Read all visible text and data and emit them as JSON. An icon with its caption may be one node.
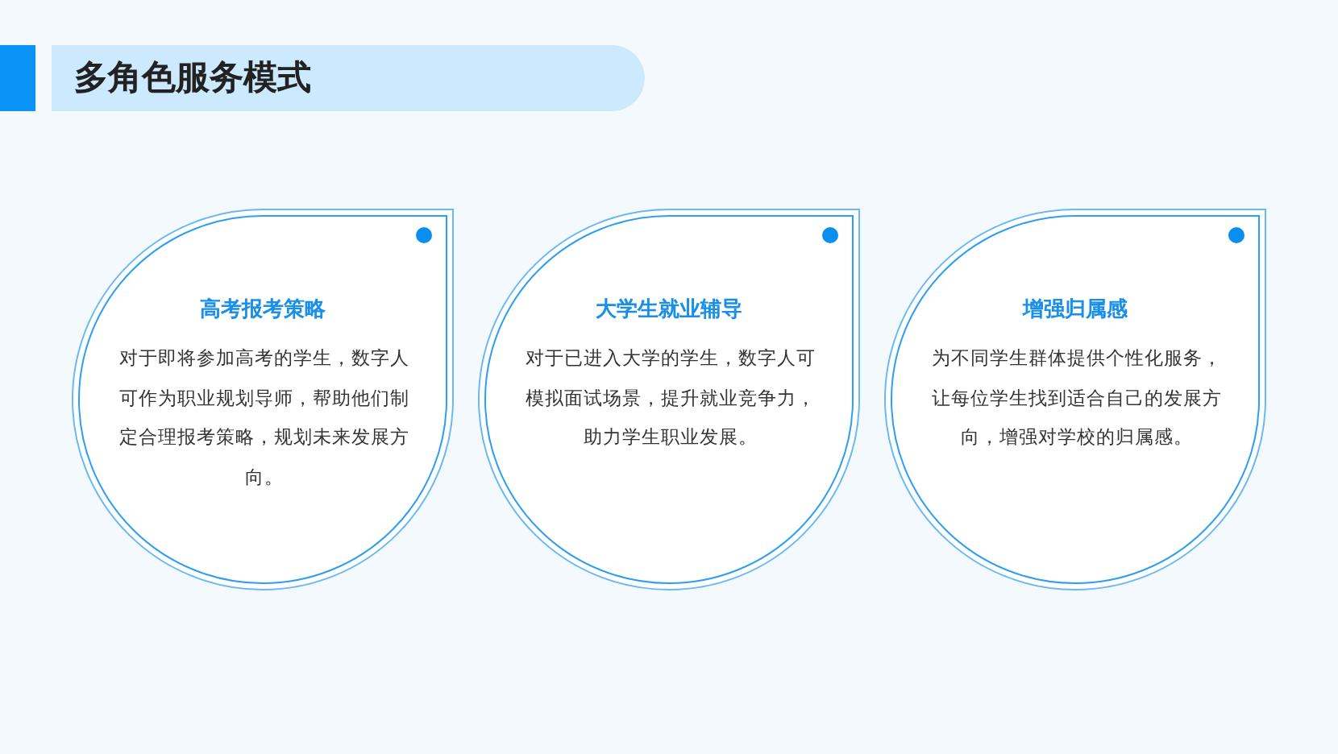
{
  "diagram": {
    "title": "多角色服务模式",
    "nodes": [
      {
        "text": [
          "高考报考策略",
          "对于即将参加高考的学生，数字人可作为职业规划导师，帮助他们制定合理报考策略，规划未来发展方向。"
        ]
      },
      {
        "text": [
          "大学生就业辅导",
          "对于已进入大学的学生，数字人可模拟面试场景，提升就业竞争力，助力学生职业发展。"
        ]
      },
      {
        "text": [
          "增强归属感",
          "为不同学生群体提供个性化服务，让每位学生找到适合自己的发展方向，增强对学校的归属感。"
        ]
      }
    ]
  }
}
